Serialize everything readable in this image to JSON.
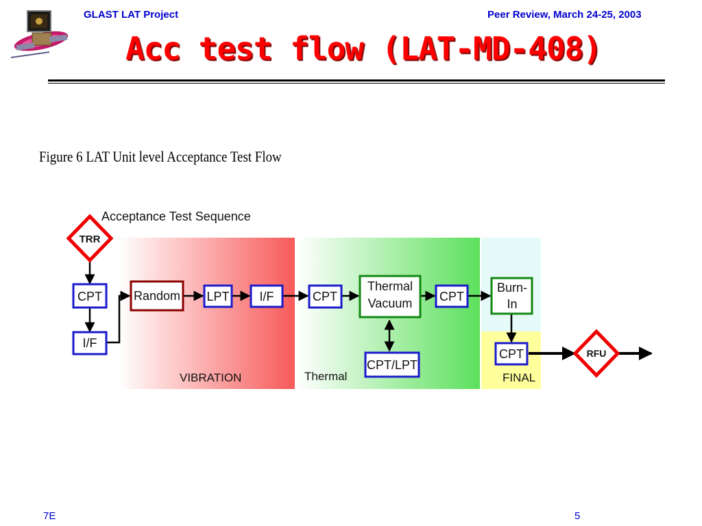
{
  "header": {
    "project": "GLAST LAT Project",
    "review": "Peer Review, March 24-25, 2003"
  },
  "title": "Acc test flow (LAT-MD-408)",
  "figure": {
    "caption": "Figure 6 LAT Unit level Acceptance Test Flow",
    "sequence_label": "Acceptance Test Sequence",
    "regions": {
      "vibration": "VIBRATION",
      "thermal": "Thermal",
      "final": "FINAL"
    },
    "nodes": {
      "trr": "TRR",
      "cpt_start": "CPT",
      "if_start": "I/F",
      "random": "Random",
      "lpt": "LPT",
      "if_vib": "I/F",
      "cpt_thermal_in": "CPT",
      "thermal_vacuum_line1": "Thermal",
      "thermal_vacuum_line2": "Vacuum",
      "cpt_thermal_out": "CPT",
      "cpt_lpt": "CPT/LPT",
      "burn_in_line1": "Burn-",
      "burn_in_line2": "In",
      "cpt_final": "CPT",
      "rfu": "RFU"
    },
    "colors": {
      "box_blue": "#1a1acc",
      "box_red": "#8b0000",
      "box_green": "#118811",
      "diamond_red": "#ee0000",
      "vibration_grad_end": "#f85a5a",
      "thermal_grad_end": "#5ce05c",
      "burnin_bg": "#e6fafa",
      "final_bg": "#ffff9c"
    }
  },
  "footer": {
    "left": "7E",
    "page": "5"
  }
}
